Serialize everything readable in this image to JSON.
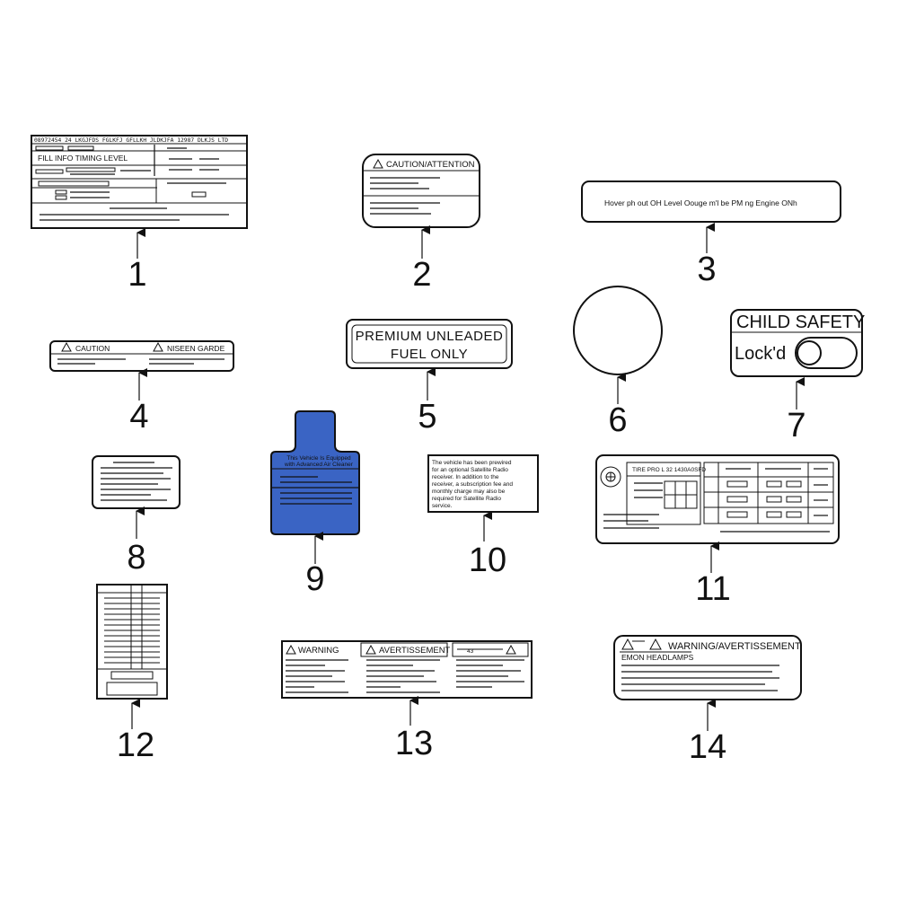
{
  "labels": {
    "l1": {
      "number": "1",
      "header": "08972454   24 LKGJFDS  FGLKFJ  GFLLKH JLDKJFA  12987  DLKJS  LTD",
      "title": "FILL INFO TIMING LEVEL"
    },
    "l2": {
      "number": "2",
      "title": "CAUTION/ATTENTION"
    },
    "l3": {
      "number": "3",
      "text": "Hover   ph   out OH  Level Oouge  m'l be  PM ng  Engine  ONh"
    },
    "l4": {
      "number": "4",
      "left": "CAUTION",
      "right": "NISEEN GARDE"
    },
    "l5": {
      "number": "5",
      "line1": "PREMIUM  UNLEADED",
      "line2": "FUEL  ONLY"
    },
    "l6": {
      "number": "6"
    },
    "l7": {
      "number": "7",
      "title": "CHILD SAFETY",
      "lock": "Lock'd"
    },
    "l8": {
      "number": "8"
    },
    "l9": {
      "number": "9",
      "line1": "This Vehicle Is Equipped",
      "line2": "with Advanced Air Cleaner",
      "color": "#3a64c4"
    },
    "l10": {
      "number": "10",
      "lines": [
        "The vehicle has been prewired",
        "for an optional Satellite Radio",
        "receiver. In addition to the",
        "receiver, a subscription fee and",
        "monthly charge may also be",
        "required for Satellite Radio",
        "service."
      ]
    },
    "l11": {
      "number": "11",
      "header": "TIRE PRO  L  32  1430A0SFD"
    },
    "l12": {
      "number": "12"
    },
    "l13": {
      "number": "13",
      "warning": "WARNING",
      "avert": "AVERTISSEMENT",
      "code": "43"
    },
    "l14": {
      "number": "14",
      "title": "WARNING/AVERTISSEMENT",
      "subtitle": "EMON HEADLAMPS"
    }
  }
}
